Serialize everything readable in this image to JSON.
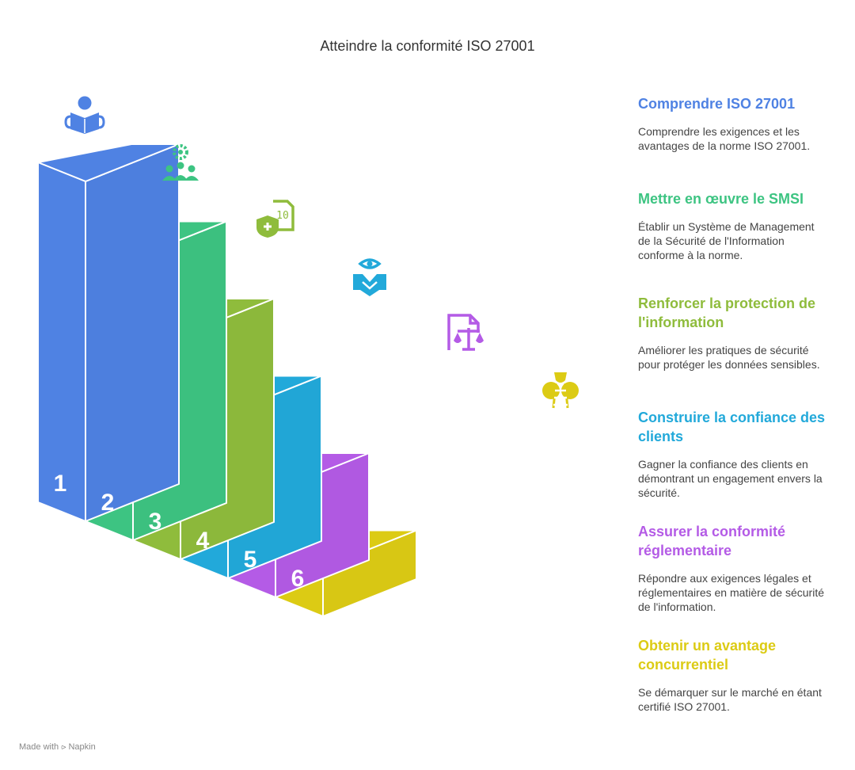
{
  "title": "Atteindre la conformité ISO 27001",
  "footer": "Made with ⪧ Napkin",
  "steps": [
    {
      "number": "1",
      "color": "#4f82e3",
      "icon": "reading-person-icon",
      "heading": "Comprendre ISO 27001",
      "text": "Comprendre les exigences et les avantages de la norme ISO 27001."
    },
    {
      "number": "2",
      "color": "#3dc482",
      "icon": "team-gear-icon",
      "heading": "Mettre en œuvre le SMSI",
      "text": "Établir un Système de Management de la Sécurité de l'Information conforme à la norme."
    },
    {
      "number": "3",
      "color": "#8fbc3c",
      "icon": "shield-document-icon",
      "heading": "Renforcer la protection de l'information",
      "text": "Améliorer les pratiques de sécurité pour protéger les données sensibles."
    },
    {
      "number": "4",
      "color": "#22a9da",
      "icon": "eye-handshake-icon",
      "heading": "Construire la confiance des clients",
      "text": "Gagner la confiance des clients en démontrant un engagement envers la sécurité."
    },
    {
      "number": "5",
      "color": "#b45be6",
      "icon": "legal-scale-document-icon",
      "heading": "Assurer la conformité réglementaire",
      "text": "Répondre aux exigences légales et réglementaires en matière de sécurité de l'information."
    },
    {
      "number": "6",
      "color": "#dccb14",
      "icon": "trophy-ladder-icon",
      "heading": "Obtenir un avantage concurrentiel",
      "text": "Se démarquer sur le marché en étant certifié ISO 27001."
    }
  ]
}
